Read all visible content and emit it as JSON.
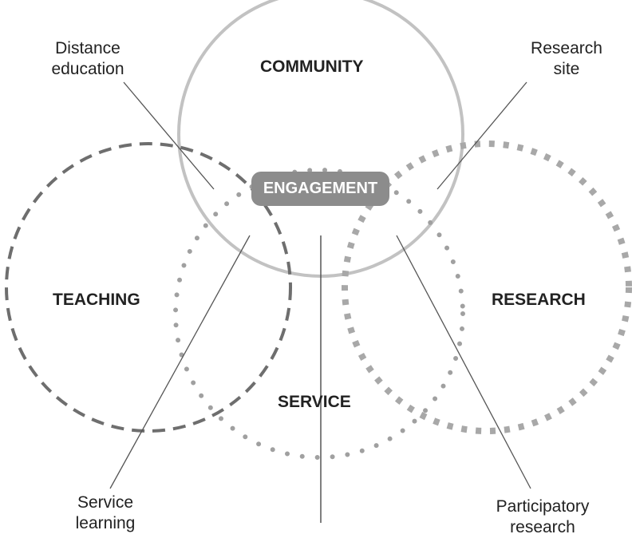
{
  "circles": {
    "community": "COMMUNITY",
    "teaching": "TEACHING",
    "research": "RESEARCH",
    "service": "SERVICE"
  },
  "center": "ENGAGEMENT",
  "callouts": {
    "distance_education": [
      "Distance",
      "education"
    ],
    "research_site": [
      "Research",
      "site"
    ],
    "service_learning": [
      "Service",
      "learning"
    ],
    "participatory_research": [
      "Participatory",
      "research"
    ]
  },
  "colors": {
    "stroke": "#b5b5b5",
    "dark_dash": "#6e6e6e",
    "pill": "#8c8c8c"
  }
}
